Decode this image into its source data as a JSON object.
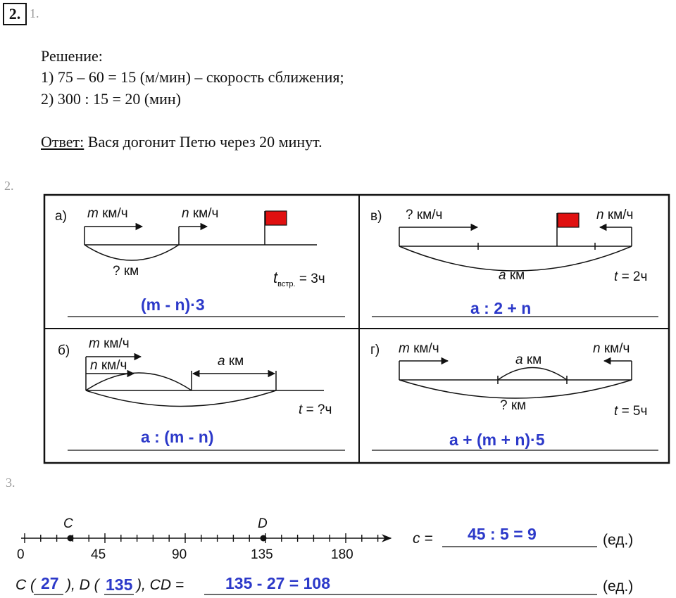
{
  "task": {
    "number": "2.",
    "part1_num": "1.",
    "part2_num": "2.",
    "part3_num": "3."
  },
  "solution": {
    "heading": "Решение:",
    "step1": "1)  75 – 60 = 15 (м/мин) – скорость сближения;",
    "step2": "2)  300 : 15 = 20 (мин)",
    "answer_label": "Ответ:",
    "answer_text": " Вася догонит Петю через 20 минут."
  },
  "panels": {
    "a": {
      "label": "а)",
      "speed1_var": "m",
      "speed1_unit": " км/ч",
      "speed2_var": "n",
      "speed2_unit": " км/ч",
      "distance": "? км",
      "time_var": "t",
      "time_sub": "встр.",
      "time_value": "= 3ч",
      "answer": "(m - n)·3"
    },
    "v": {
      "label": "в)",
      "speed1": "? км/ч",
      "speed2_var": "n",
      "speed2_unit": " км/ч",
      "distance_var": "a",
      "distance_unit": " км",
      "time_var": "t",
      "time_value": "= 2ч",
      "answer": "a : 2 + n"
    },
    "b": {
      "label": "б)",
      "speed1_var": "m",
      "speed1_unit": " км/ч",
      "speed2_var": "n",
      "speed2_unit": " км/ч",
      "distance_var": "a",
      "distance_unit": " км",
      "time_var": "t",
      "time_value": "= ?ч",
      "answer": "a : (m - n)"
    },
    "g": {
      "label": "г)",
      "speed1_var": "m",
      "speed1_unit": " км/ч",
      "speed2_var": "n",
      "speed2_unit": " км/ч",
      "inner_var": "a",
      "inner_unit": " км",
      "distance": "? км",
      "time_var": "t",
      "time_value": "= 5ч",
      "answer": "a + (m + n)·5"
    }
  },
  "number_line": {
    "point_c": "C",
    "point_d": "D",
    "ticks": [
      "0",
      "45",
      "90",
      "135",
      "180"
    ],
    "c_label": "c =",
    "c_answer": "45 : 5 = 9",
    "unit": "(ед.)",
    "bottom_c": "C (",
    "bottom_c_value": "27",
    "bottom_d": "), D (",
    "bottom_d_value": "135",
    "bottom_cd": "), CD =",
    "cd_answer": "135 - 27 = 108",
    "unit2": "(ед.)"
  },
  "colors": {
    "answer_blue": "#2c39c9",
    "flag_red": "#e01010"
  }
}
